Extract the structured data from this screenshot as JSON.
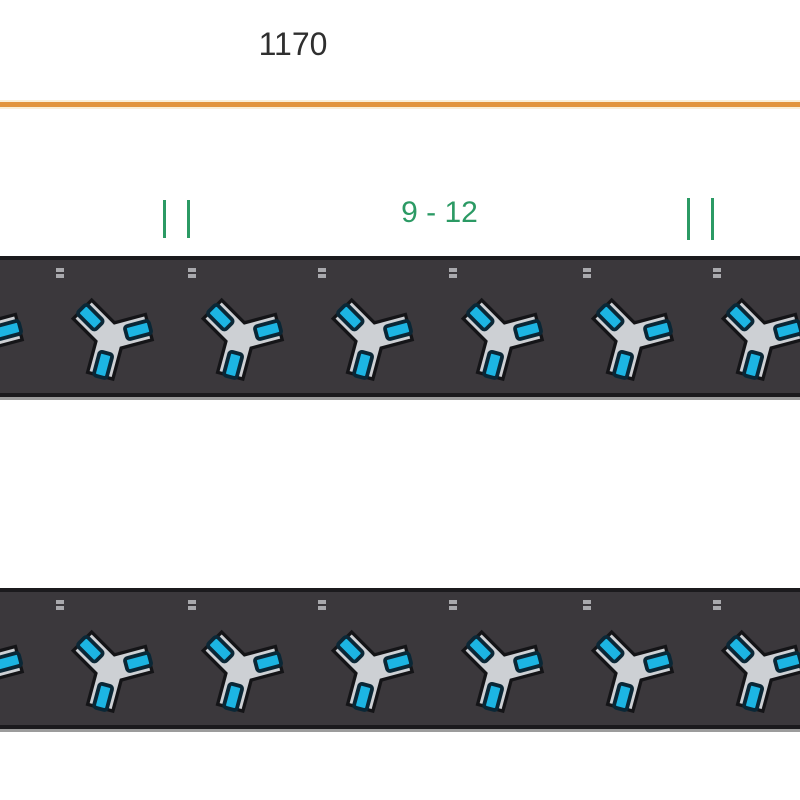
{
  "dimension": {
    "label": "1170",
    "color": "#2F2F2F"
  },
  "dimension_line": {
    "color": "#E2953E",
    "halo_color": "#FAF0D9"
  },
  "spacing": {
    "label": "9 - 12",
    "color": "#2B9A64",
    "tick_pairs": 2,
    "ticks_per_pair": 2
  },
  "strips": [
    {
      "name": "upper connector strip",
      "connector_count": 7,
      "marker_count": 6
    },
    {
      "name": "lower connector strip",
      "connector_count": 7,
      "marker_count": 6
    }
  ],
  "strip_style": {
    "background": "#3B383C",
    "border": "#1B1A1D",
    "underline": "#9C9C9C"
  },
  "icon": {
    "name": "tee-connector",
    "body_color": "#CDD0D4",
    "outline_color": "#141417",
    "pad_color": "#1CB5E3",
    "pad_outline_color": "#0A2736",
    "arm_angles_deg": [
      225,
      345,
      105
    ],
    "pads_per_icon": 3
  },
  "marker_color": "#A9A9AD",
  "layout": {
    "icon_centers_x": [
      -20,
      110,
      240,
      370,
      500,
      630,
      760
    ],
    "marker_centers_x": [
      60,
      192,
      322,
      453,
      587,
      717
    ]
  },
  "colors": {
    "accent_orange": "#E2953E",
    "orange_halo": "#FAF0D9",
    "accent_green": "#2B9A64",
    "label": "#2F2F2F",
    "strip_bg": "#3B383C",
    "strip_border": "#1B1A1D",
    "strip_underline": "#9C9C9C",
    "icon_body": "#CDD0D4",
    "icon_outline": "#141417",
    "pad_fill": "#1CB5E3",
    "pad_outline": "#0A2736",
    "marker": "#A9A9AD",
    "canvas_bg": "#FFFFFF"
  }
}
